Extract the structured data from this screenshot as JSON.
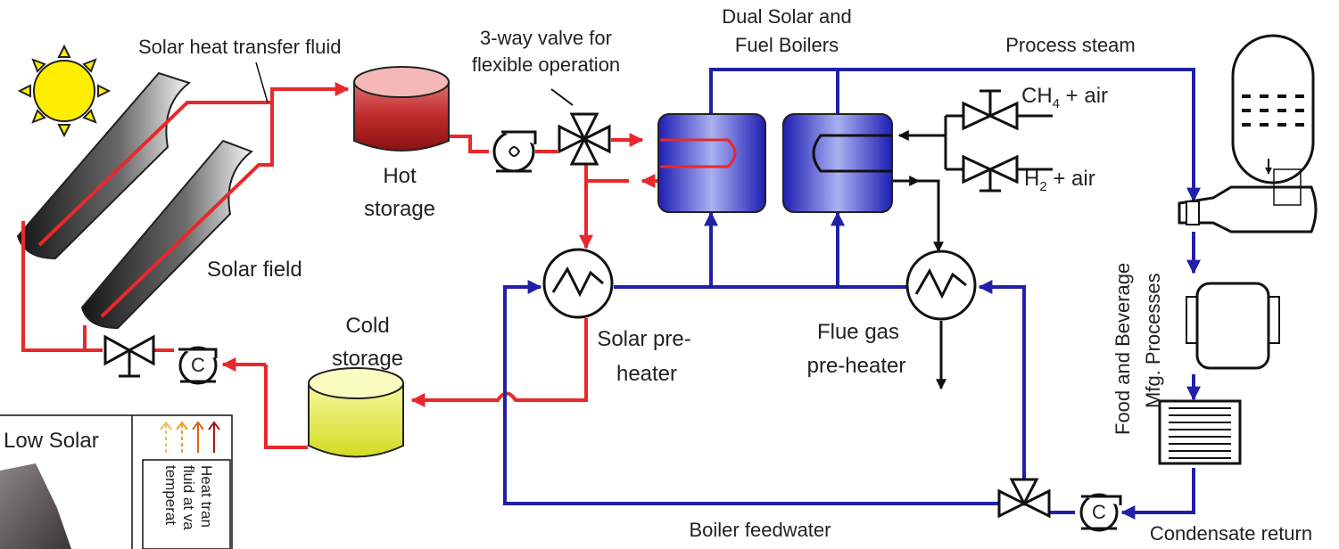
{
  "labels": {
    "solar_fluid": "Solar heat transfer fluid",
    "valve_line1": "3-way valve for",
    "valve_line2": "flexible operation",
    "boilers_line1": "Dual Solar and",
    "boilers_line2": "Fuel Boilers",
    "process_steam": "Process steam",
    "hot_storage_1": "Hot",
    "hot_storage_2": "storage",
    "solar_field": "Solar field",
    "cold_storage_1": "Cold",
    "cold_storage_2": "storage",
    "solar_preheater_1": "Solar pre-",
    "solar_preheater_2": "heater",
    "flue_preheater_1": "Flue gas",
    "flue_preheater_2": "pre-heater",
    "boiler_feedwater": "Boiler feedwater",
    "condensate_return": "Condensate return",
    "food_line1": "Food and Beverage",
    "food_line2": "Mfg. Processes",
    "ch4_base": "CH",
    "ch4_sub": "4",
    "ch4_rest": " + air",
    "h2_base": "H",
    "h2_sub": "2",
    "h2_rest": " + air",
    "pump_letter": "C"
  },
  "inset": {
    "title": "Low Solar",
    "legend_line1": "Heat tran",
    "legend_line2": "fluid at va",
    "legend_line3": "temperat"
  },
  "colors": {
    "hot_loop": "#e8282b",
    "water_loop": "#2020a8",
    "sun": "#ffee00",
    "hot_tank": "#c03030",
    "cold_tank": "#e8ec40",
    "boiler": "#3a3ac8"
  },
  "icons": [
    "sun-icon",
    "parabolic-trough-icon",
    "pump-icon",
    "three-way-valve-icon",
    "valve-icon",
    "heat-exchanger-icon",
    "tank-icon",
    "boiler-icon",
    "dryer-icon",
    "cooler-icon"
  ]
}
